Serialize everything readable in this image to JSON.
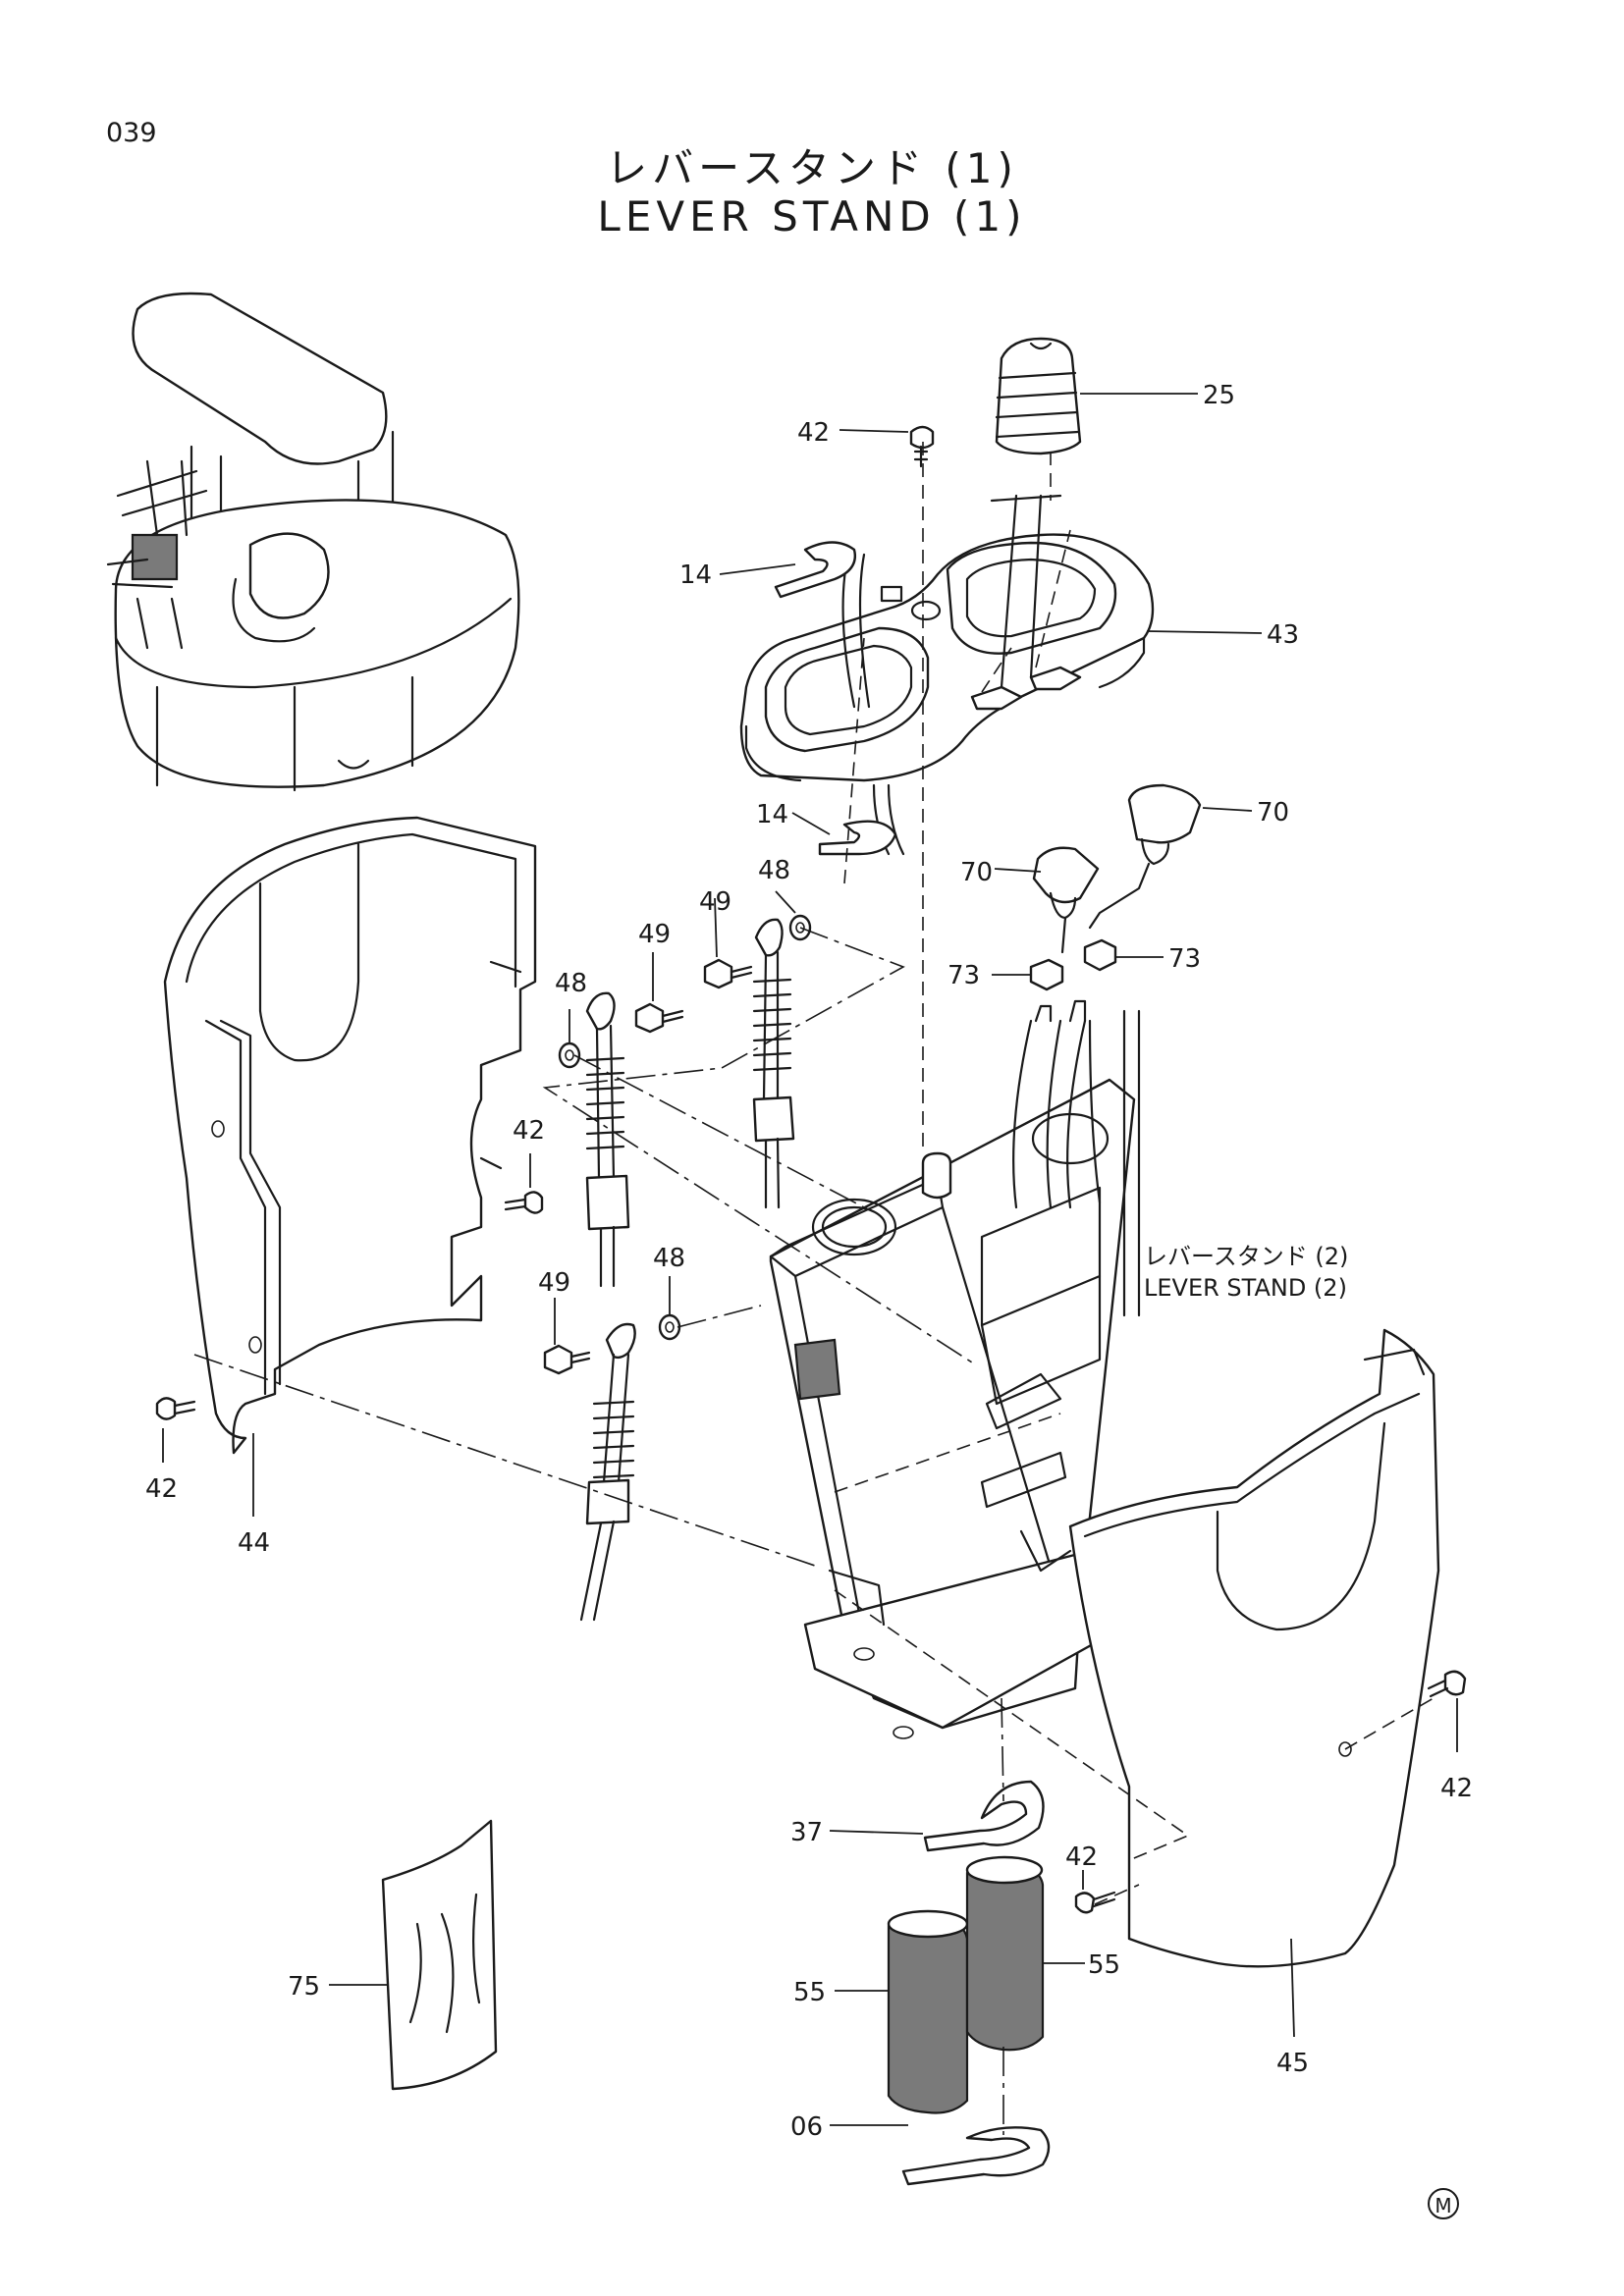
{
  "page_number": "039",
  "title_jp": "レバースタンド (1)",
  "title_en": "LEVER STAND (1)",
  "cross_reference": {
    "jp": "レバースタンド (2)",
    "en": "LEVER STAND (2)"
  },
  "callouts": {
    "c25": "25",
    "c42_top": "42",
    "c14_top": "14",
    "c43": "43",
    "c14_mid": "14",
    "c70_right": "70",
    "c70_left": "70",
    "c48_upper": "48",
    "c49_upper": "49",
    "c49_mid": "49",
    "c48_mid": "48",
    "c73_left": "73",
    "c73_right": "73",
    "c42_mid": "42",
    "c49_lower": "49",
    "c48_lower": "48",
    "c42_left": "42",
    "c44": "44",
    "c42_right": "42",
    "c37": "37",
    "c42_bottom": "42",
    "c55_left": "55",
    "c55_right": "55",
    "c75": "75",
    "c45": "45",
    "c06": "06"
  },
  "corner_mark": "M"
}
